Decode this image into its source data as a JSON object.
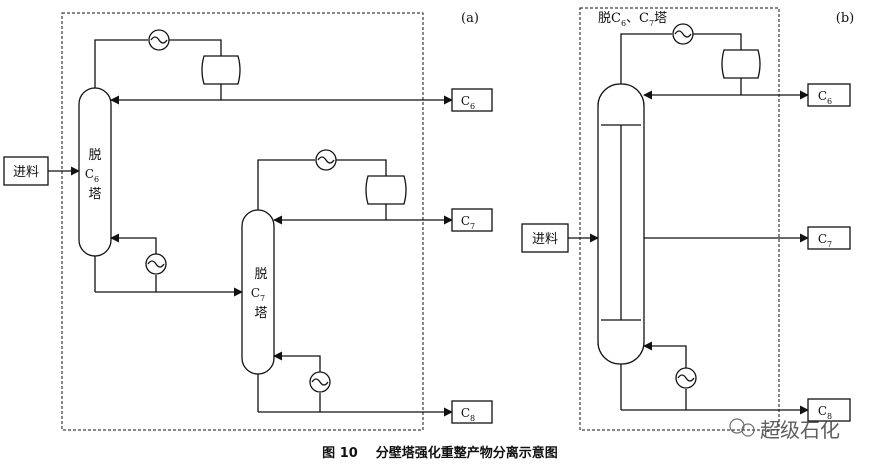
{
  "panel_a": {
    "tag": "(a)",
    "feed": "进料",
    "column1": {
      "name_top": "脱",
      "name_mid": "C",
      "name_sub": "6",
      "name_bot": "塔"
    },
    "column2": {
      "name_top": "脱",
      "name_mid": "C",
      "name_sub": "7",
      "name_bot": "塔"
    },
    "products": [
      {
        "base": "C",
        "sub": "6"
      },
      {
        "base": "C",
        "sub": "7"
      },
      {
        "base": "C",
        "sub": "8"
      }
    ]
  },
  "panel_b": {
    "tag": "(b)",
    "column_name": {
      "p1": "脱C",
      "s1": "6",
      "p2": "、C",
      "s2": "7",
      "p3": "塔"
    },
    "feed": "进料",
    "products": [
      {
        "base": "C",
        "sub": "6"
      },
      {
        "base": "C",
        "sub": "7"
      },
      {
        "base": "C",
        "sub": "8"
      }
    ]
  },
  "caption": {
    "number": "图 10",
    "title": "分壁塔强化重整产物分离示意图"
  },
  "watermark": "超级石化"
}
